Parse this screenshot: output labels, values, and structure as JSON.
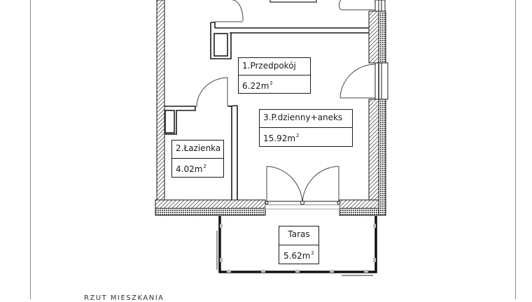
{
  "drawing": {
    "type": "apartment-floor-plan",
    "colors": {
      "line": "#1a1a1a",
      "border": "#8a8a8a",
      "hatch_wall": "#555555",
      "background": "#ffffff"
    }
  },
  "rooms": [
    {
      "id": "1",
      "name": "1.Przedpokój",
      "area_value": "6.22m",
      "area_unit_sup": "2"
    },
    {
      "id": "2",
      "name": "2.Łazienka",
      "area_value": "4.02m",
      "area_unit_sup": "2"
    },
    {
      "id": "3",
      "name": "3.P.dzienny+aneks",
      "area_value": "15.92m",
      "area_unit_sup": "2"
    },
    {
      "id": "taras",
      "name": "Taras",
      "area_value": "5.62m",
      "area_unit_sup": "2"
    }
  ],
  "footer": {
    "partial_text": "RZUT MIESZKANIA"
  }
}
